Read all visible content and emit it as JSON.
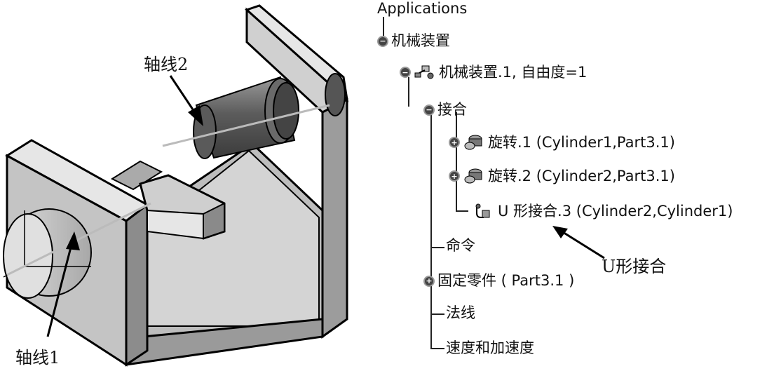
{
  "viewport": {
    "callouts": {
      "axis2": "轴线2",
      "axis1": "轴线1"
    },
    "colors": {
      "part_face": "#c9c9c9",
      "part_dark": "#8e8e8e",
      "part_light": "#e2e2e2",
      "shaft": "#777777"
    }
  },
  "tree": {
    "root": "Applications",
    "mechanism_device": "机械装置",
    "mechanism": "机械装置.1, 自由度=1",
    "joints": "接合",
    "joint_items": [
      {
        "label": "旋转.1 (Cylinder1,Part3.1)",
        "icon": "revolute-joint-icon"
      },
      {
        "label": "旋转.2 (Cylinder2,Part3.1)",
        "icon": "revolute-joint-icon"
      },
      {
        "label": "U 形接合.3 (Cylinder2,Cylinder1)",
        "icon": "u-joint-icon"
      }
    ],
    "commands": "命令",
    "fixed_part": "固定零件 ( Part3.1 )",
    "laws": "法线",
    "speeds": "速度和加速度",
    "u_joint_callout": "U形接合"
  }
}
